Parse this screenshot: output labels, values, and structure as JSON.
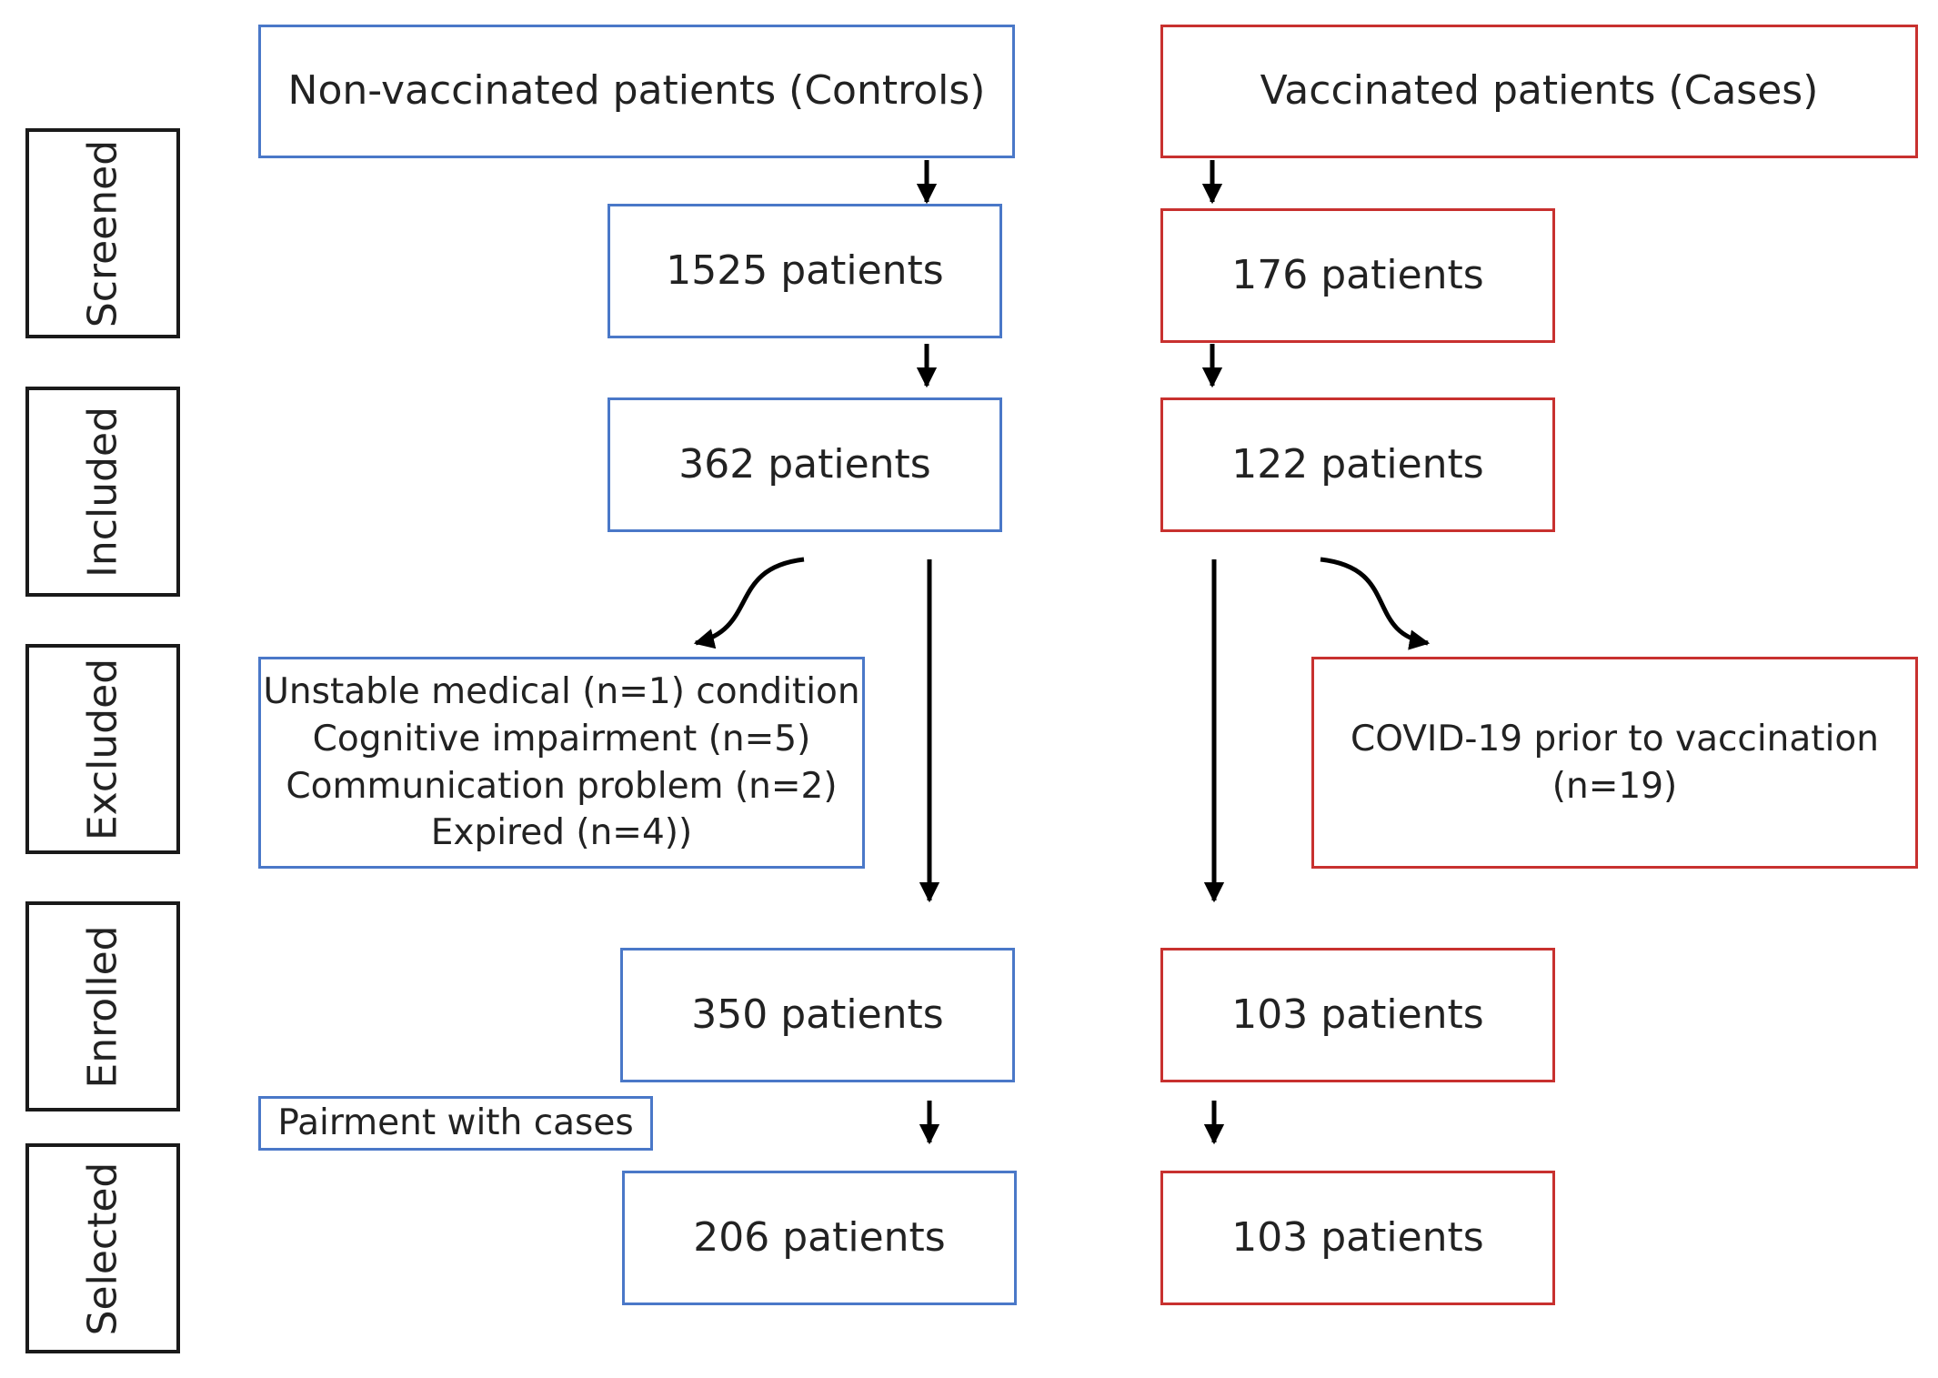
{
  "stages": [
    "Screened",
    "Included",
    "Excluded",
    "Enrolled",
    "Selected"
  ],
  "controls": {
    "header": "Non-vaccinated patients (Controls)",
    "screened": "1525 patients",
    "included": "362 patients",
    "excluded_lines": [
      "Unstable medical (n=1) condition",
      "Cognitive impairment (n=5)",
      "Communication problem (n=2)",
      "Expired (n=4))"
    ],
    "enrolled": "350 patients",
    "pairment": "Pairment with cases",
    "selected": "206 patients"
  },
  "cases": {
    "header": "Vaccinated patients (Cases)",
    "screened": "176 patients",
    "included": "122 patients",
    "excluded_lines": [
      "COVID-19 prior to vaccination",
      "(n=19)"
    ],
    "enrolled": "103 patients",
    "selected": "103 patients"
  },
  "colors": {
    "controls_border": "#4a78c8",
    "cases_border": "#c8312f",
    "arrow": "#000000"
  }
}
